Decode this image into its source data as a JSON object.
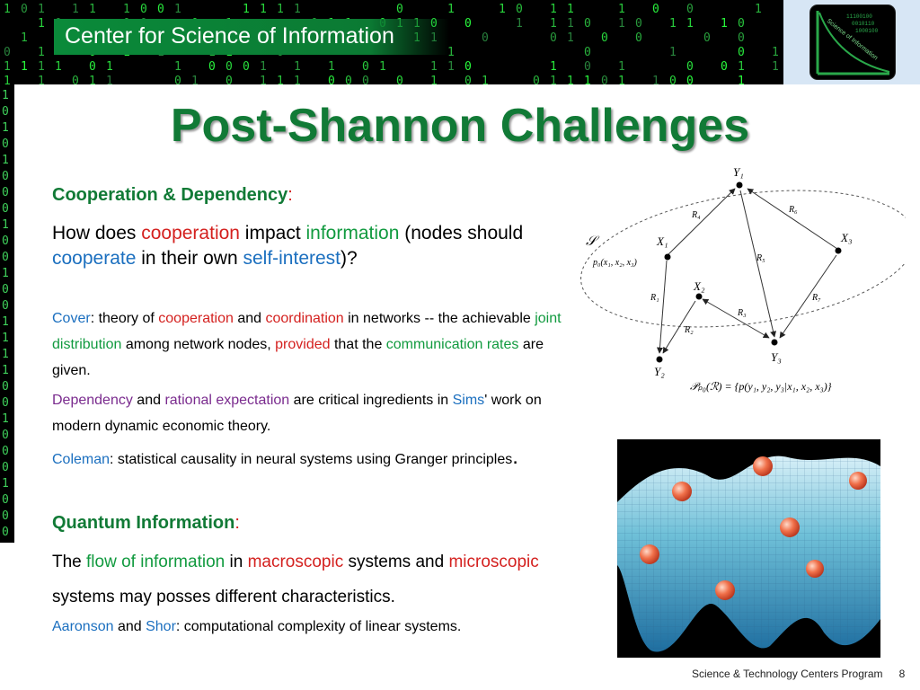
{
  "header": {
    "title": "Center for Science of Information",
    "logo_icon": "science-of-information-logo-icon"
  },
  "slide": {
    "title": "Post-Shannon Challenges"
  },
  "sections": {
    "cooperation": {
      "heading": "Cooperation & Dependency",
      "colon": ":",
      "q1": "How does ",
      "q2": "cooperation",
      "q3": " impact ",
      "q4": "information",
      "q5": " (nodes should ",
      "q6": "cooperate",
      "q7": " in their own ",
      "q8": "self-interest",
      "q9": ")?",
      "c1": "Cover",
      "c2": ": theory of ",
      "c3": "cooperation",
      "c4": " and ",
      "c5": "coordination",
      "c6": " in networks -- the achievable ",
      "c7": "joint distribution",
      "c8": " among network nodes, ",
      "c9": "provided",
      "c10": " that the ",
      "c11": "communication rates",
      "c12": " are given.",
      "d1": "Dependency",
      "d2": " and ",
      "d3": "rational expectation",
      "d4": " are critical ingredients in ",
      "d5": "Sims",
      "d6": "' work on modern dynamic economic theory.",
      "e1": "Coleman",
      "e2": ": statistical causality in neural systems using Granger principles",
      "e3": "."
    },
    "quantum": {
      "heading": "Quantum Information",
      "colon": ":",
      "f1": "The ",
      "f2": "flow of information",
      "f3": " in ",
      "f4": "macroscopic",
      "f5": " systems and ",
      "f6": "microscopic",
      "f7": " systems may posses different characteristics.",
      "g1": "Aaronson",
      "g2": " and ",
      "g3": "Shor",
      "g4": ": computational complexity of linear systems."
    }
  },
  "diagram": {
    "set_label": "𝒮",
    "set_expr": "p₀(x₁, x₂, x₃)",
    "nodes": {
      "Y1": "Y₁",
      "X1": "X₁",
      "X2": "X₂",
      "X3": "X₃",
      "Y2": "Y₂",
      "Y3": "Y₃"
    },
    "rates": {
      "R1": "R₁",
      "R2": "R₂",
      "R3": "R₃",
      "R4": "R₄",
      "R5": "R₅",
      "R6": "R₆",
      "R7": "R₇"
    },
    "formula": "𝒫ₚ₀(ℛ) = {p(y₁, y₂, y₃|x₁, x₂, x₃)}"
  },
  "footer": {
    "program": "Science & Technology Centers Program",
    "page": "8"
  },
  "colors": {
    "title_green": "#117a36",
    "accent_red": "#d4211f",
    "accent_green": "#119a3f",
    "accent_blue": "#1b6fbf",
    "accent_purple": "#7a2b8e"
  }
}
